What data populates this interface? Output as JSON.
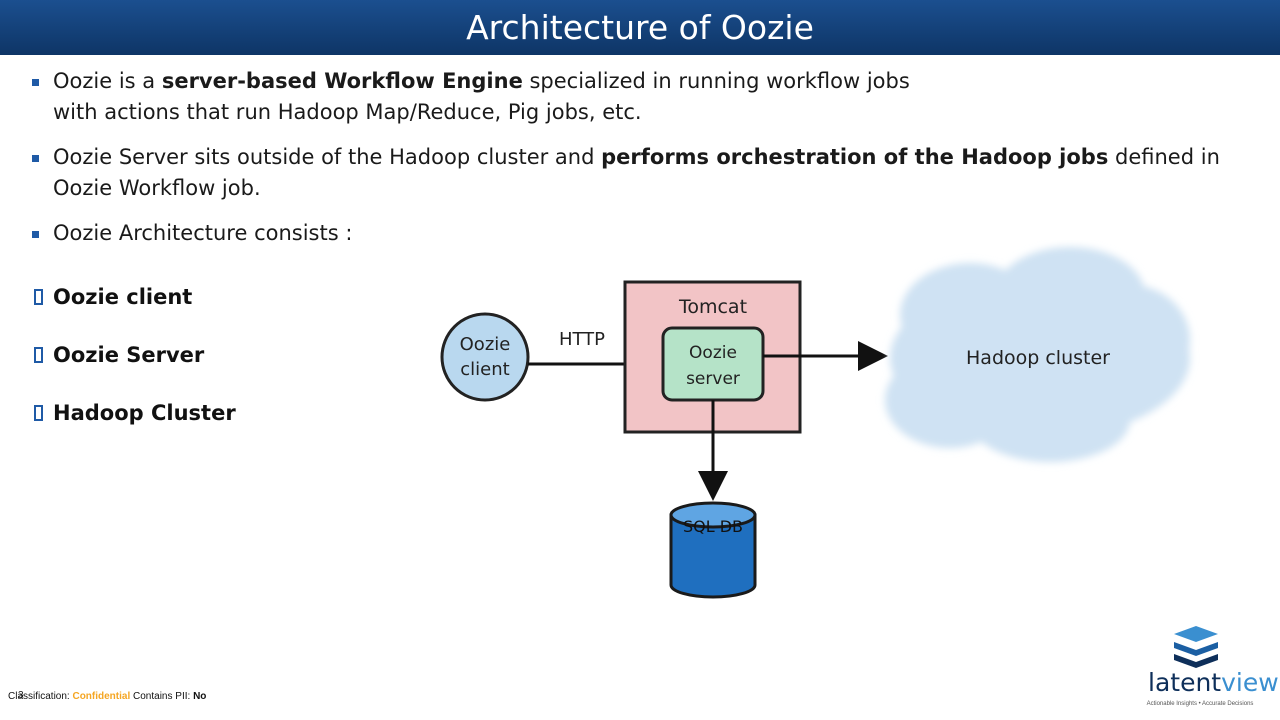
{
  "slide": {
    "title": "Architecture of Oozie",
    "page_number": "3"
  },
  "bullets": [
    {
      "line1_pre": "Oozie is a ",
      "line1_bold": "server-based Workflow Engine",
      "line1_post": " specialized in running workflow jobs",
      "line2": "with actions that run Hadoop Map/Reduce, Pig jobs, etc."
    },
    {
      "pre": "Oozie Server sits outside of the Hadoop cluster and ",
      "bold": "performs orchestration of the Hadoop jobs",
      "post": " defined in Oozie Workflow job."
    },
    {
      "text": "Oozie Architecture consists :"
    }
  ],
  "components": [
    "Oozie client",
    "Oozie Server",
    "Hadoop Cluster"
  ],
  "diagram": {
    "client_line1": "Oozie",
    "client_line2": "client",
    "http_label": "HTTP",
    "tomcat_label": "Tomcat",
    "server_line1": "Oozie",
    "server_line2": "server",
    "cloud_label": "Hadoop cluster",
    "db_label": "SQL DB",
    "colors": {
      "client_fill": "#b9d8ef",
      "tomcat_fill": "#f2c4c6",
      "server_fill": "#b5e3c8",
      "cloud_fill": "#cfe2f3",
      "db_fill": "#1f6fbf"
    }
  },
  "footer": {
    "label": "Classification: ",
    "classification": "Confidential",
    "pii_label": " Contains PII: ",
    "pii_value": "No"
  },
  "logo": {
    "word_dark": "latent",
    "word_light": "view",
    "tagline": "Actionable Insights • Accurate Decisions"
  }
}
